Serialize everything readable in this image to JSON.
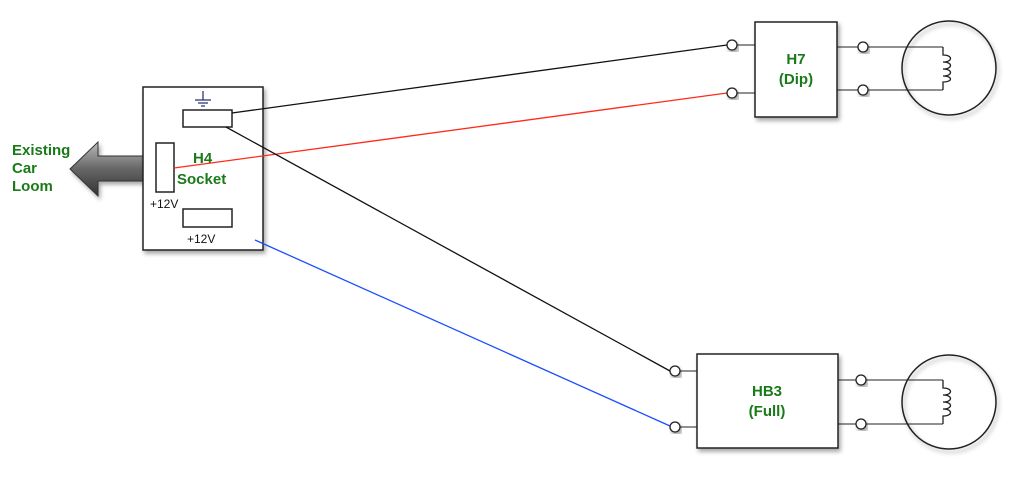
{
  "loom_label": [
    "Existing",
    "Car",
    "Loom"
  ],
  "h4": {
    "title": "H4",
    "subtitle": "Socket",
    "pin_left_label": "+12V",
    "pin_bottom_label": "+12V"
  },
  "h7": {
    "title": "H7",
    "subtitle": "(Dip)"
  },
  "hb3": {
    "title": "HB3",
    "subtitle": "(Full)"
  },
  "colors": {
    "ground_wire": "#111111",
    "dip_wire": "#ff2a1a",
    "full_wire": "#1a4dff",
    "label": "#1a7a1a"
  }
}
